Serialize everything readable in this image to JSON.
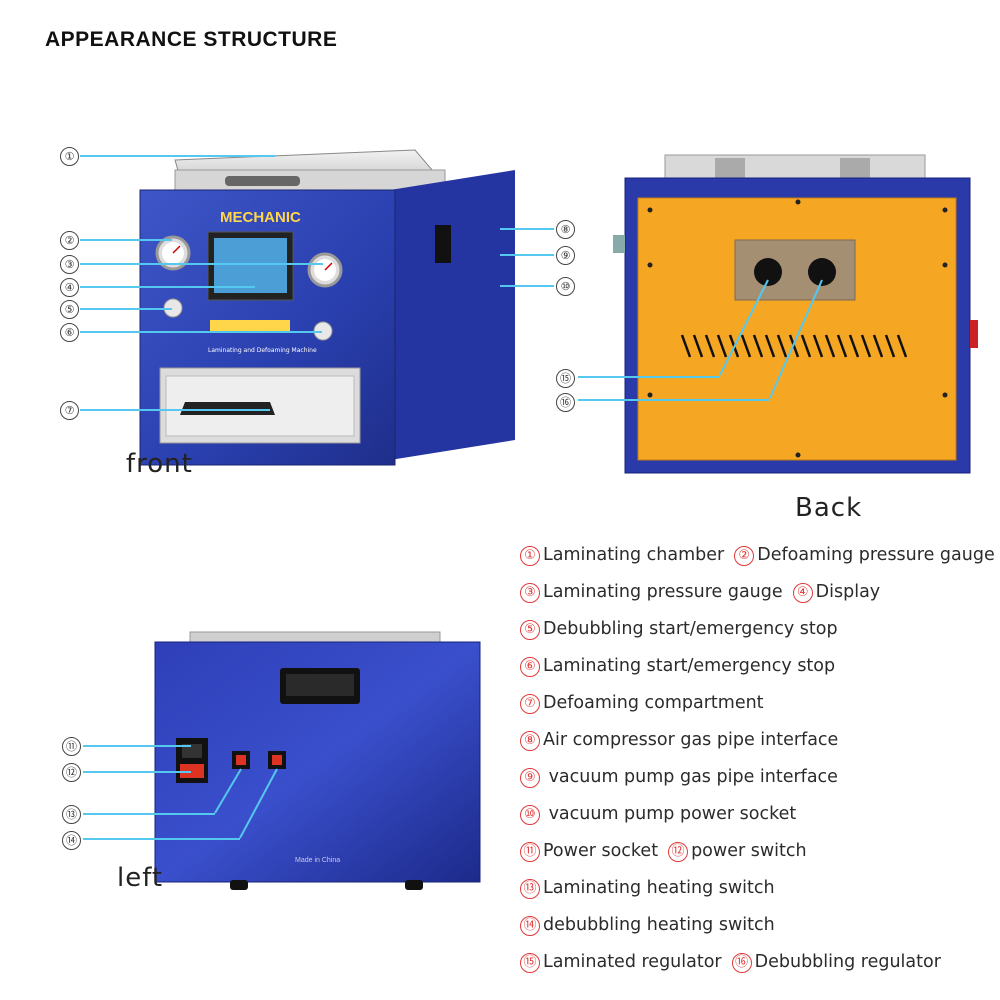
{
  "heading": "APPEARANCE STRUCTURE",
  "views": {
    "front": "front",
    "back": "Back",
    "left": "left"
  },
  "machine": {
    "brand": "MECHANIC",
    "subtitle": "Laminating and Defoaming Machine",
    "made_in": "Made in China"
  },
  "callouts": [
    "①",
    "②",
    "③",
    "④",
    "⑤",
    "⑥",
    "⑦",
    "⑧",
    "⑨",
    "⑩",
    "⑪",
    "⑫",
    "⑬",
    "⑭",
    "⑮",
    "⑯"
  ],
  "legend": [
    [
      {
        "num": "①",
        "text": "Laminating chamber"
      },
      {
        "num": "②",
        "text": "Defoaming pressure gauge"
      }
    ],
    [
      {
        "num": "③",
        "text": "Laminating pressure gauge"
      },
      {
        "num": "④",
        "text": "Display"
      }
    ],
    [
      {
        "num": "⑤",
        "text": "Debubbling start/emergency stop"
      }
    ],
    [
      {
        "num": "⑥",
        "text": "Laminating start/emergency stop"
      }
    ],
    [
      {
        "num": "⑦",
        "text": "Defoaming compartment"
      }
    ],
    [
      {
        "num": "⑧",
        "text": "Air compressor gas pipe interface"
      }
    ],
    [
      {
        "num": "⑨",
        "text": " vacuum pump gas pipe interface"
      }
    ],
    [
      {
        "num": "⑩",
        "text": " vacuum pump power socket"
      }
    ],
    [
      {
        "num": "⑪",
        "text": "Power socket"
      },
      {
        "num": "⑫",
        "text": "power switch"
      }
    ],
    [
      {
        "num": "⑬",
        "text": "Laminating heating switch"
      }
    ],
    [
      {
        "num": "⑭",
        "text": "debubbling heating switch"
      }
    ],
    [
      {
        "num": "⑮",
        "text": "Laminated regulator"
      },
      {
        "num": "⑯",
        "text": "Debubbling regulator"
      }
    ]
  ]
}
